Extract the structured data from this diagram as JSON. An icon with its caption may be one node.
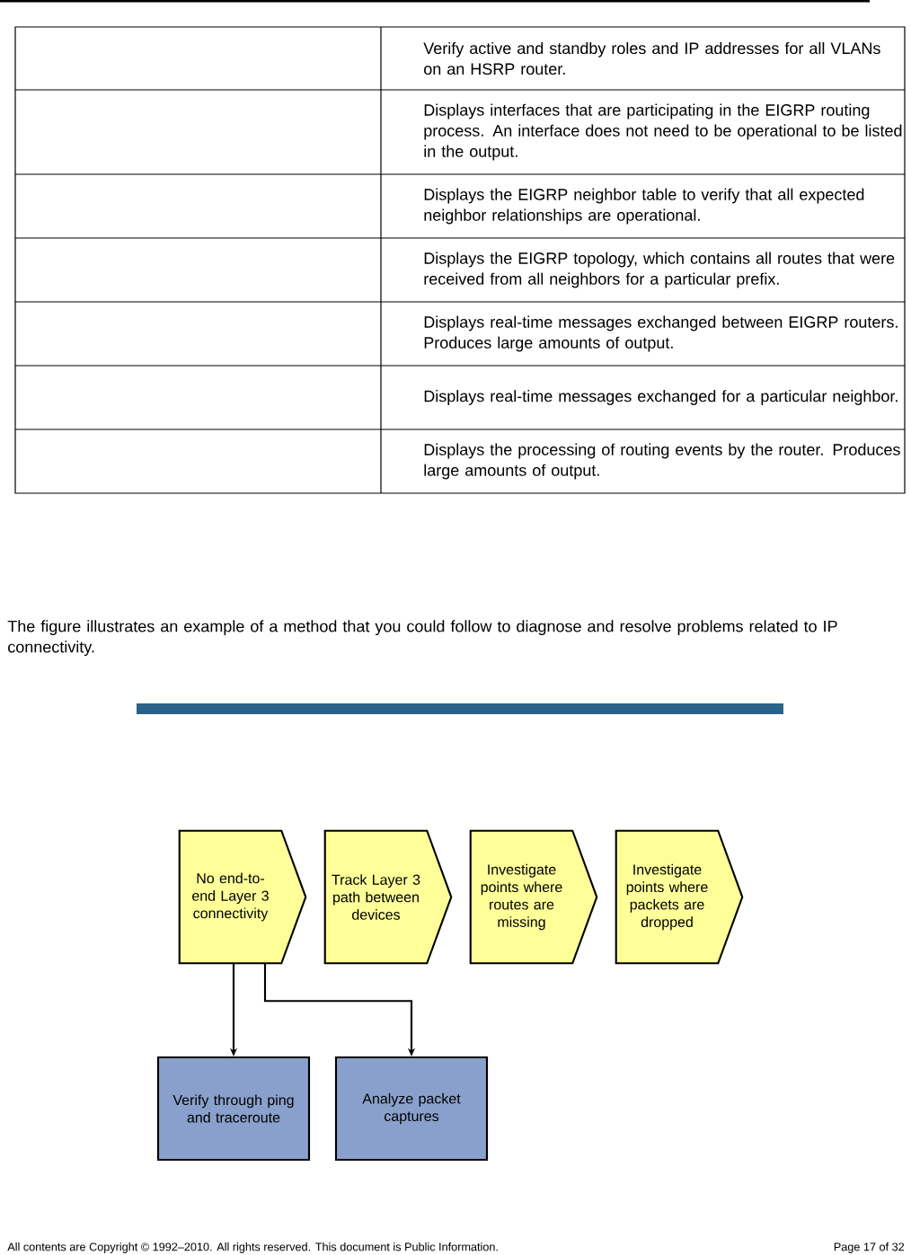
{
  "diagram": {
    "nodes": [
      {
        "text": [
          "No end-to-end Layer 3 connectivity"
        ]
      },
      {
        "text": [
          "Track Layer 3 path between devices"
        ]
      },
      {
        "text": [
          "Investigate points where routes are missing"
        ]
      },
      {
        "text": [
          "Investigate points where packets are dropped"
        ]
      },
      {
        "text": [
          "Verify through ping and traceroute"
        ]
      },
      {
        "text": [
          "Analyze packet captures"
        ]
      }
    ],
    "edges": [
      {
        "from": 0,
        "to": 4,
        "arrow": "to"
      },
      {
        "from": 0,
        "to": 5,
        "arrow": "to"
      }
    ],
    "labels": [
      "Verify active and standby roles and IP addresses for all VLANs on an HSRP router.",
      "Displays interfaces that are participating in the EIGRP routing process. An interface does not need to be operational to be listed in the output.",
      "Displays the EIGRP neighbor table to verify that all expected neighbor relationships are operational.",
      "Displays the EIGRP topology, which contains all routes that were received from all neighbors for a particular prefix.",
      "Displays real-time messages exchanged between EIGRP routers. Produces large amounts of output.",
      "Displays real-time messages exchanged for a particular neighbor.",
      "Displays the processing of routing events by the router. Produces large amounts of output.",
      "The figure illustrates an example of a method that you could follow to diagnose and resolve problems related to IP connectivity.",
      "All contents are Copyright © 1992–2010. All rights reserved. This document is Public Information.",
      "Page 17 of 32"
    ]
  }
}
